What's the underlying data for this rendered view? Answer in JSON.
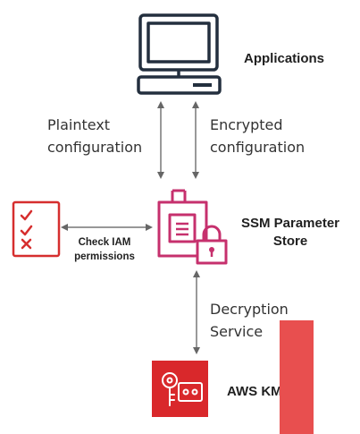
{
  "nodes": {
    "applications": {
      "label": "Applications",
      "icon": "computer-monitor-icon"
    },
    "ssm": {
      "label_line1": "SSM Parameter",
      "label_line2": "Store",
      "icon": "ssm-parameter-store-lock-icon"
    },
    "checklist": {
      "icon": "checklist-icon"
    },
    "kms": {
      "label": "AWS KM",
      "icon": "kms-key-icon"
    }
  },
  "edges": {
    "plaintext": {
      "line1": "Plaintext",
      "line2": "configuration"
    },
    "encrypted": {
      "line1": "Encrypted",
      "line2": "configuration"
    },
    "iam": {
      "line1": "Check IAM",
      "line2": "permissions"
    },
    "decryption": {
      "line1": "Decryption",
      "line2": "Service"
    }
  },
  "colors": {
    "icon_dark": "#232f3e",
    "ssm_magenta": "#c6306d",
    "checklist_red": "#d62e2e",
    "kms_red": "#d9282b",
    "arrow_gray": "#777777",
    "overlay_red": "#e84f4f"
  }
}
